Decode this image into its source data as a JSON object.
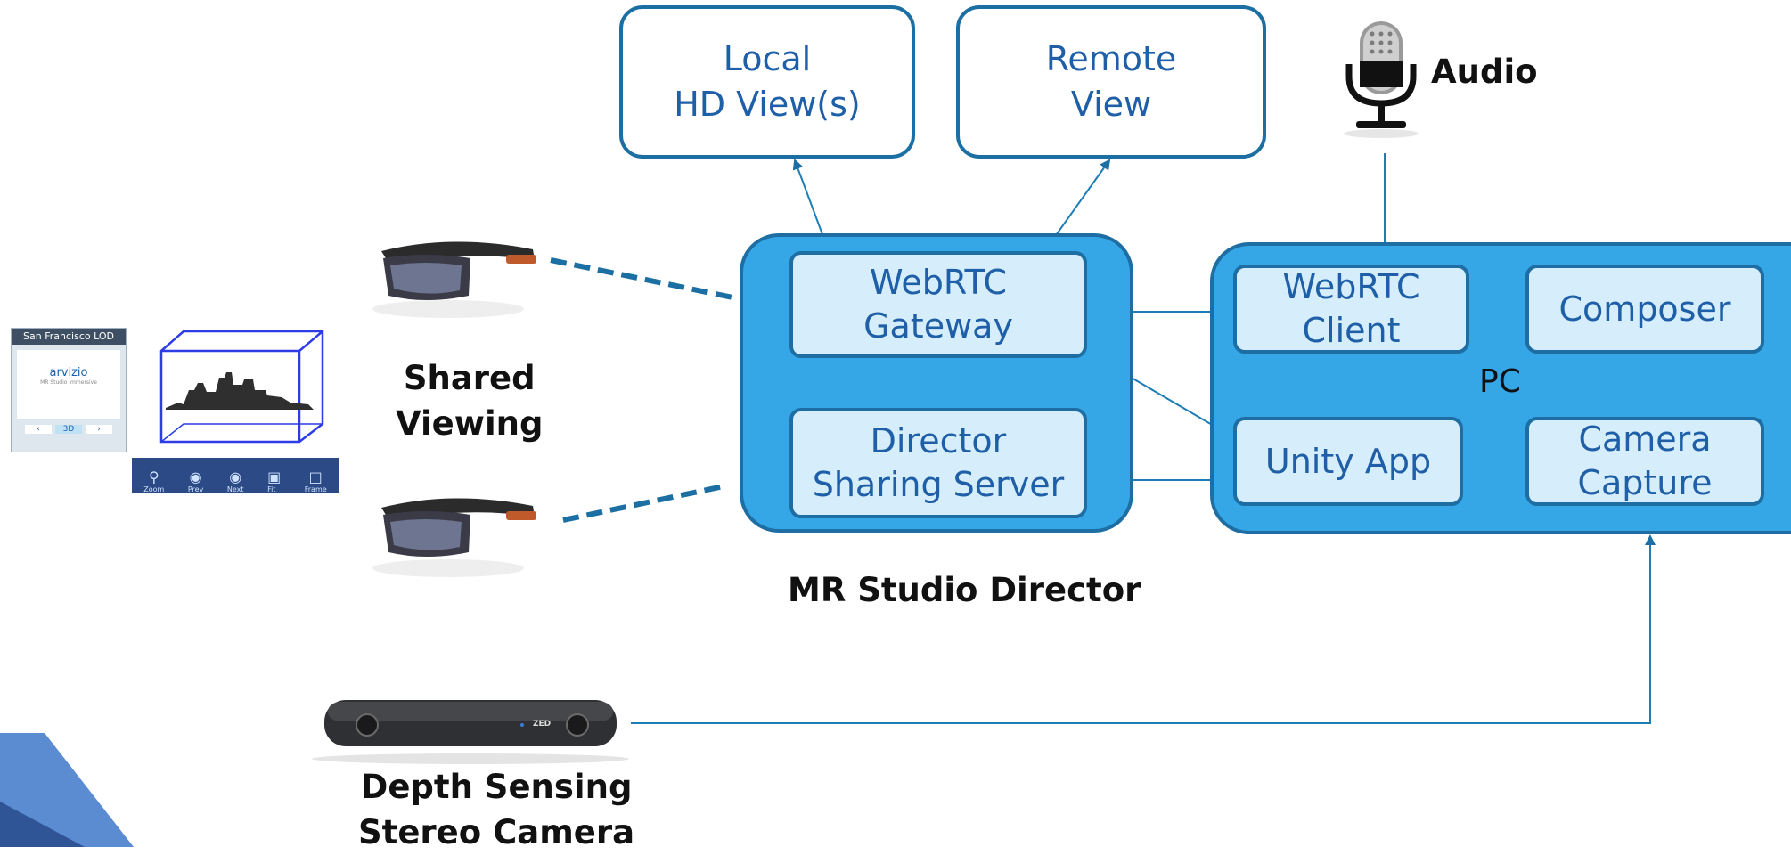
{
  "outputs": {
    "local_view": [
      "Local",
      "HD View(s)"
    ],
    "remote_view": [
      "Remote",
      "View"
    ]
  },
  "audio_label": "Audio",
  "director": {
    "label": "MR Studio Director",
    "webrtc_gateway": [
      "WebRTC",
      "Gateway"
    ],
    "sharing_server": [
      "Director",
      "Sharing Server"
    ]
  },
  "pc": {
    "label": "PC",
    "webrtc_client": [
      "WebRTC",
      "Client"
    ],
    "composer": "Composer",
    "unity_app": "Unity App",
    "camera_capture": [
      "Camera",
      "Capture"
    ]
  },
  "shared_viewing": [
    "Shared",
    "Viewing"
  ],
  "depth_camera": {
    "label": [
      "Depth Sensing",
      "Stereo Camera"
    ],
    "brand_text": "ZED"
  },
  "app_panel": {
    "title": "San Francisco LOD",
    "logo_text": "arvizio",
    "subtitle": "MR Studio immersive",
    "mode_label": "3D",
    "toolbar": [
      "Zoom",
      "Prev",
      "Next",
      "Fit",
      "Frame"
    ]
  },
  "colors": {
    "container_fill": "#35a6e6",
    "inner_fill": "#d6eefb",
    "border": "#1e6ea3",
    "text_blue": "#1f5fa8"
  }
}
